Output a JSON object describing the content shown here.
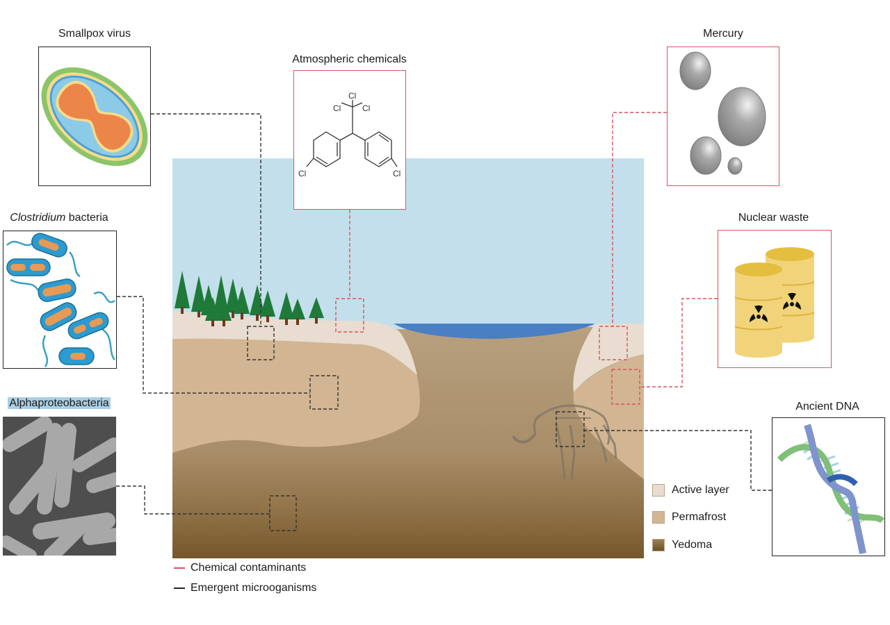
{
  "figure": {
    "panels": {
      "smallpox": {
        "label": "Smallpox virus",
        "category": "microorganism"
      },
      "clostridium": {
        "label_italic": "Clostridium",
        "label_rest": " bacteria",
        "category": "microorganism"
      },
      "alphaproteobacteria": {
        "label": "Alphaproteobacteria",
        "category": "microorganism"
      },
      "atmospheric": {
        "label": "Atmospheric chemicals",
        "category": "chemical",
        "atoms": {
          "cl_top": "Cl",
          "cl_left": "Cl",
          "cl_right": "Cl",
          "cl_ring_left": "Cl",
          "cl_ring_right": "Cl"
        }
      },
      "mercury": {
        "label": "Mercury",
        "category": "chemical"
      },
      "nuclear": {
        "label": "Nuclear waste",
        "category": "chemical"
      },
      "dna": {
        "label": "Ancient DNA",
        "category": "microorganism"
      }
    },
    "layers_legend": [
      {
        "label": "Active layer",
        "color": "#e8ddd0"
      },
      {
        "label": "Permafrost",
        "color": "#d2b592"
      },
      {
        "label": "Yedoma",
        "color": "#7a5a2e"
      }
    ],
    "line_legend": [
      {
        "label": "Chemical contaminants",
        "color": "#d9535f"
      },
      {
        "label": "Emergent microoganisms",
        "color": "#222222"
      }
    ],
    "colors": {
      "sky": "#c3dfec",
      "water": "#4a7fc4",
      "active_layer": "#e8ddd0",
      "permafrost": "#d2b592",
      "deep": "#b49c7c",
      "yedoma": "#7a5a2e",
      "tree": "#1f7a3a",
      "chemical_line": "#d9535f",
      "micro_line": "#333333"
    }
  }
}
